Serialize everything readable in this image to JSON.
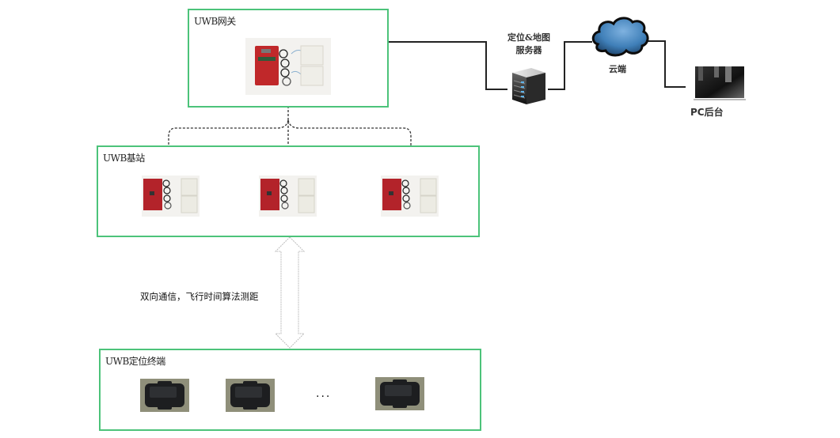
{
  "diagram": {
    "gateway": {
      "label": "UWB网关"
    },
    "base_station": {
      "label": "UWB基站",
      "device_count": 3
    },
    "terminal": {
      "label": "UWB定位终端",
      "device_count": 3,
      "ellipsis": "..."
    },
    "link_description": "双向通信，飞行时间算法测距",
    "server": {
      "label_line1": "定位&地图",
      "label_line2": "服务器"
    },
    "cloud": {
      "label": "云端"
    },
    "pc": {
      "label": "PC后台"
    },
    "colors": {
      "box_border": "#4cc37a",
      "device_red": "#c0282a",
      "cloud_blue": "#3f7fb8",
      "line": "#222222"
    }
  }
}
